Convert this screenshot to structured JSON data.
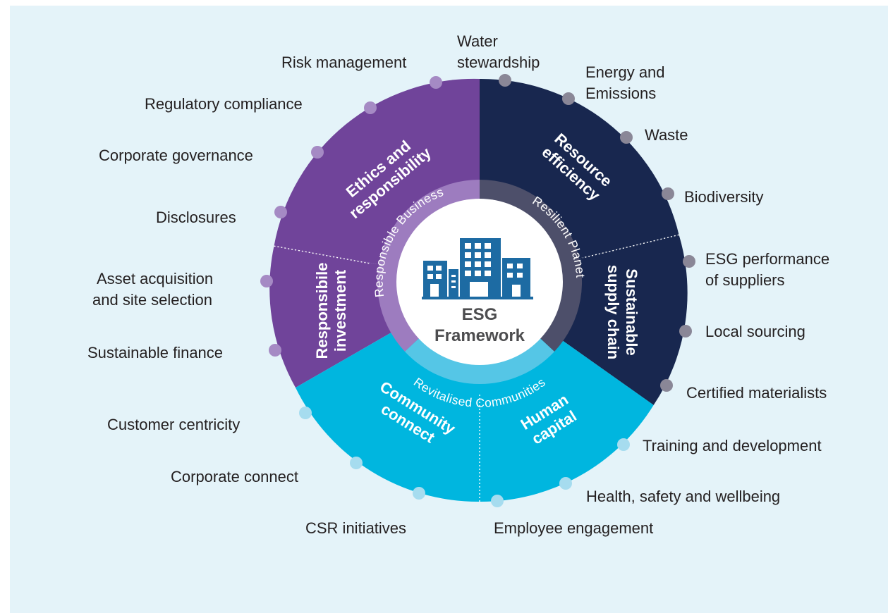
{
  "center": {
    "title_line1": "ESG",
    "title_line2": "Framework",
    "icon": "buildings-icon"
  },
  "pillars": {
    "responsible_business": "Responsible Business",
    "resilient_planet": "Resilient Planet",
    "revitalised_communities": "Revitalised Communities"
  },
  "segments": {
    "ethics": {
      "line1": "Ethics and",
      "line2": "responsibility"
    },
    "resource": {
      "line1": "Resource",
      "line2": "efficiency"
    },
    "supply": {
      "line1": "Sustainable",
      "line2": "supply chain"
    },
    "investment": {
      "line1": "Responsibile",
      "line2": "investment"
    },
    "community": {
      "line1": "Community",
      "line2": "connect"
    },
    "human": {
      "line1": "Human",
      "line2": "capital"
    }
  },
  "topics": {
    "risk_management": "Risk management",
    "water_1": "Water",
    "water_2": "stewardship",
    "energy_1": "Energy and",
    "energy_2": "Emissions",
    "regulatory_compliance": "Regulatory compliance",
    "waste": "Waste",
    "corporate_governance": "Corporate governance",
    "biodiversity": "Biodiversity",
    "disclosures": "Disclosures",
    "esg_perf_1": "ESG performance",
    "esg_perf_2": "of suppliers",
    "asset_1": "Asset acquisition",
    "asset_2": "and site selection",
    "local_sourcing": "Local sourcing",
    "sustainable_finance": "Sustainable finance",
    "certified_materialists": "Certified materialists",
    "customer_centricity": "Customer centricity",
    "training": "Training and development",
    "corporate_connect": "Corporate connect",
    "health_safety": "Health, safety and wellbeing",
    "csr": "CSR initiatives",
    "employee_engagement": "Employee engagement"
  },
  "colors": {
    "background": "#e4f3f9",
    "purple": "#70449a",
    "navy": "#18274f",
    "cyan": "#00b6df",
    "purple_dot": "#a58ac4",
    "navy_dot": "#8a8797",
    "cyan_dot": "#a6dcef",
    "building_blue": "#1d6ba3"
  }
}
